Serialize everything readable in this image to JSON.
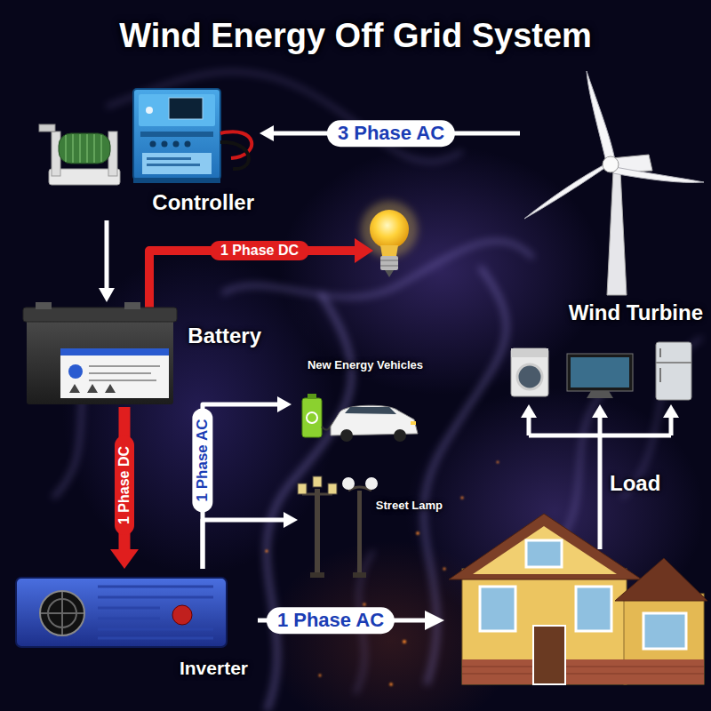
{
  "diagram": {
    "title": "Wind Energy Off Grid System",
    "nodes": [
      {
        "text": [
          "Controller"
        ]
      },
      {
        "text": [
          "Wind Turbine"
        ]
      },
      {
        "text": [
          "Battery"
        ]
      },
      {
        "text": [
          "New Energy Vehicles"
        ]
      },
      {
        "text": [
          "Street Lamp"
        ]
      },
      {
        "text": [
          "Inverter"
        ]
      }
    ],
    "edges": [
      {
        "from": 1,
        "to": 0,
        "arrow": "to",
        "label": "3 Phase AC"
      },
      {
        "from": 0,
        "to": 2,
        "arrow": "to"
      },
      {
        "from": 2,
        "to": 5,
        "arrow": "to",
        "label": "1 Phase DC"
      },
      {
        "from": 5,
        "to": 3,
        "arrow": "to",
        "label": "1 Phase AC"
      },
      {
        "from": 5,
        "to": 4,
        "arrow": "to"
      }
    ],
    "labels": [
      "1 Phase DC",
      "Load",
      "1 Phase AC"
    ]
  }
}
